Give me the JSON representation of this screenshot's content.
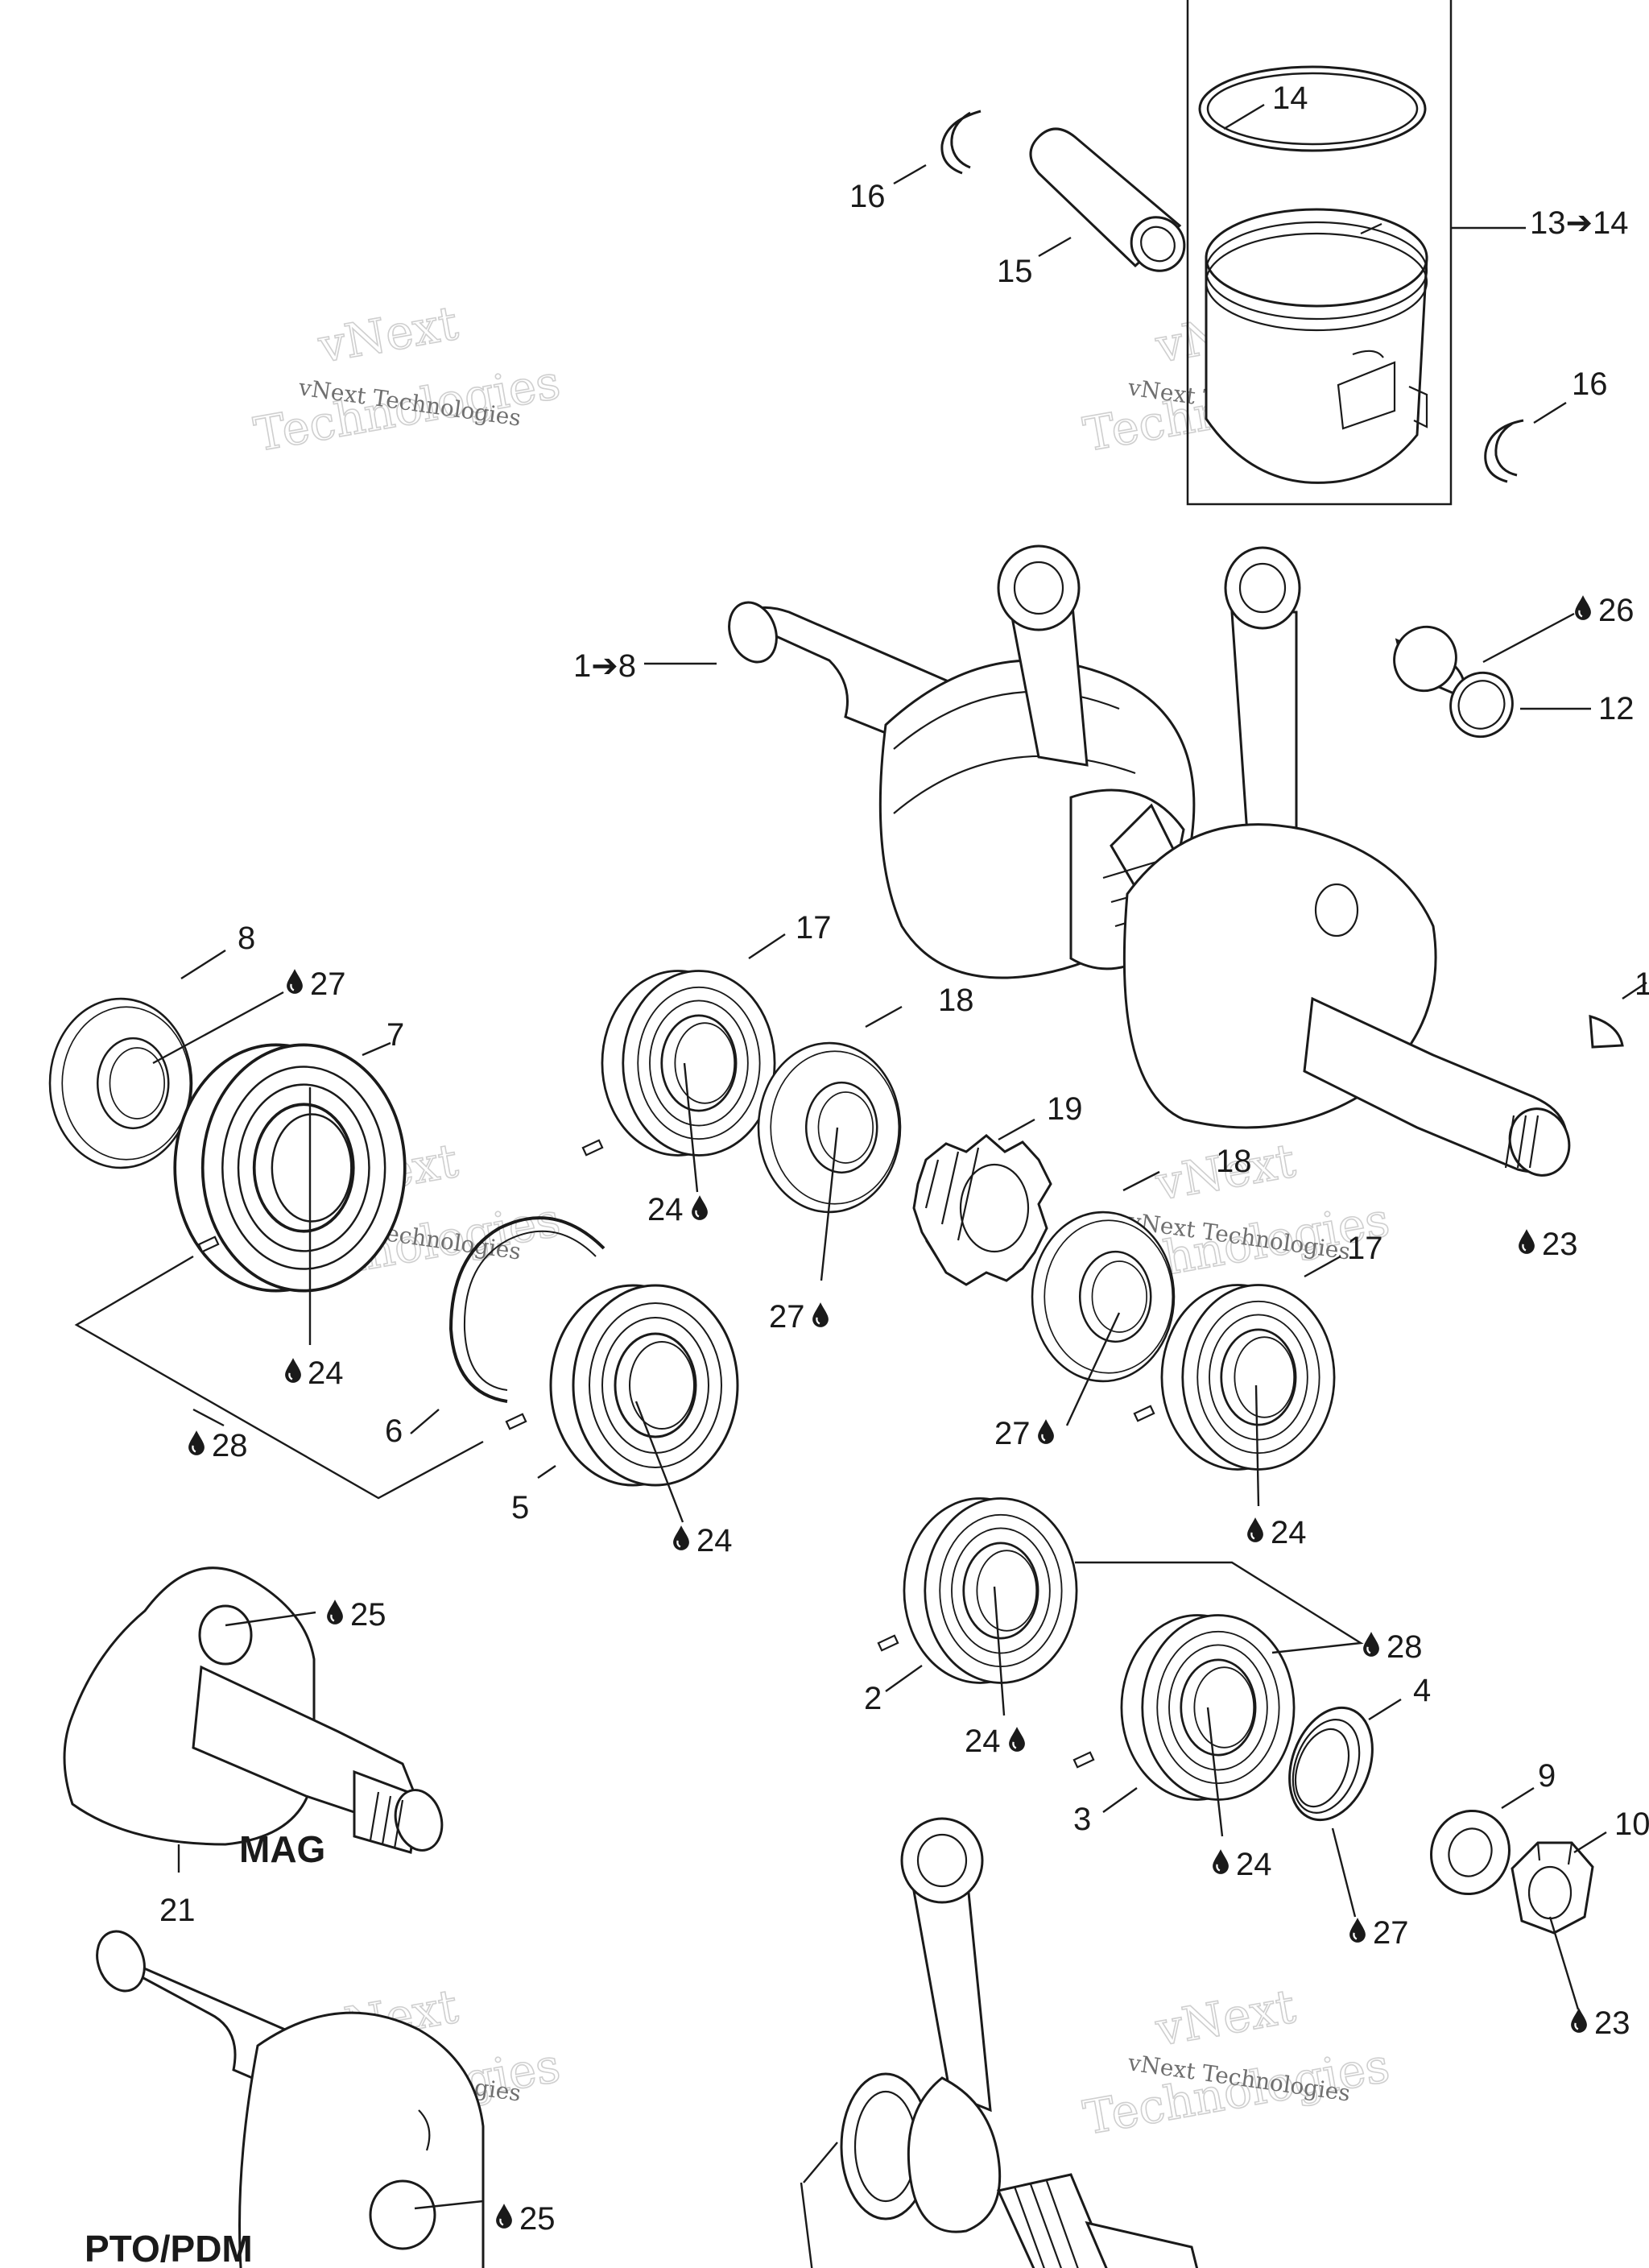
{
  "labels": {
    "l1": "1➔8",
    "l2": "2",
    "l3": "3",
    "l4": "4",
    "l5": "5",
    "l6": "6",
    "l7": "7",
    "l8": "8",
    "l9": "9",
    "l10": "10",
    "l12": "12",
    "l13": "13➔14",
    "l14": "14",
    "l15": "15",
    "l16a": "16",
    "l16b": "16",
    "l17a": "17",
    "l17b": "17",
    "l18a": "18",
    "l18b": "18",
    "l19": "19",
    "l21": "21",
    "l23a": "23",
    "l23b": "23",
    "l24a": "24",
    "l24b": "24",
    "l24c": "24",
    "l24d": "24",
    "l24e": "24",
    "l24f": "24",
    "l25a": "25",
    "l25b": "25",
    "l26": "26",
    "l27a": "27",
    "l27b": "27",
    "l27c": "27",
    "l27d": "27",
    "l28a": "28",
    "l28b": "28",
    "l11": "1"
  },
  "section_labels": {
    "mag": "MAG",
    "pto": "PTO/PDM"
  },
  "watermark": {
    "line1": "vNext Technologies",
    "line2a": "vNext",
    "line2b": "Technologies"
  },
  "icons": {
    "lubricant": "oil-drop-icon"
  }
}
